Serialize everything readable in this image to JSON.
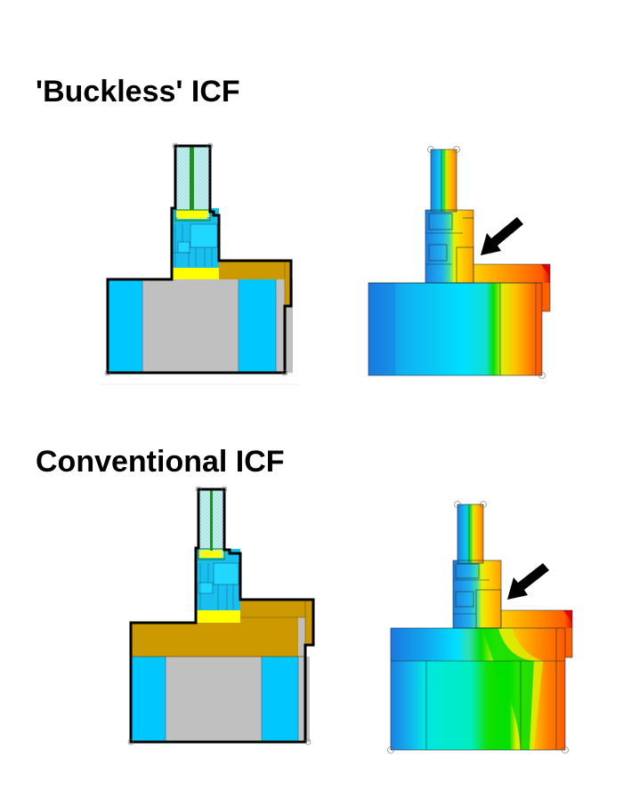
{
  "sections": [
    {
      "title": "'Buckless' ICF",
      "figures": [
        {
          "kind": "construction-schematic",
          "description": "Window frame on ICF wall, no wood buck; insulation (blue) both sides of concrete core (gray), brown trim at exterior"
        },
        {
          "kind": "thermal-isotherm-simulation",
          "description": "Temperature field cold (blue, interior) to warm (red, exterior)",
          "annotation": "arrow pointing to frame/sill junction"
        }
      ]
    },
    {
      "title": "Conventional ICF",
      "figures": [
        {
          "kind": "construction-schematic",
          "description": "Window frame on wood buck (brown) spanning ICF wall over insulation and concrete core"
        },
        {
          "kind": "thermal-isotherm-simulation",
          "description": "Temperature field with wood buck creating thermal bridge; green band cuts diagonally through concrete",
          "annotation": "arrow pointing to frame/sill junction"
        }
      ]
    }
  ],
  "colors": {
    "insulation": "#00c8ff",
    "concrete": "#c0c0c0",
    "wood_buck": "#cc9900",
    "sill": "#ffff00",
    "glass": "#bfefef",
    "glass_spacer": "#1f8f1f",
    "frame": "#18c0f0",
    "outline": "#000000",
    "arrow": "#000000",
    "thermal_cold": "#1a7fe0",
    "thermal_cool": "#00e0ff",
    "thermal_mid": "#00e000",
    "thermal_warm": "#ffff00",
    "thermal_hot": "#ff6000",
    "thermal_max": "#e00000"
  }
}
